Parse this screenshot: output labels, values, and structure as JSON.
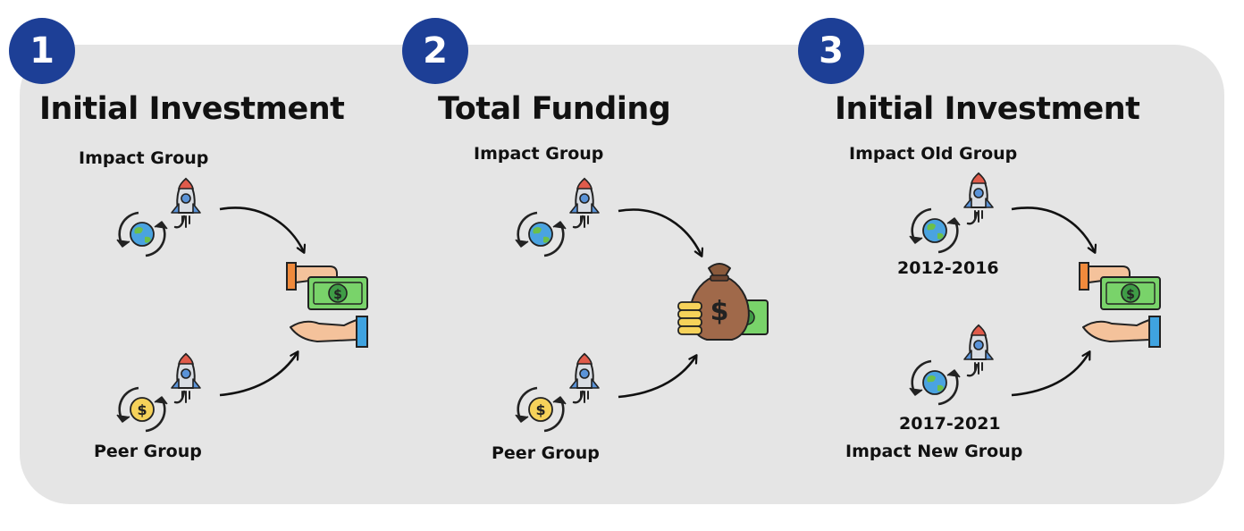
{
  "sections": [
    {
      "number": "1",
      "title": "Initial Investment",
      "top_label": "Impact Group",
      "bottom_label": "Peer Group",
      "icons": {
        "top": "globe-cycle-rocket-icon",
        "bottom": "dollar-cycle-rocket-icon",
        "result": "hands-exchanging-money-icon"
      }
    },
    {
      "number": "2",
      "title": "Total Funding",
      "top_label": "Impact Group",
      "bottom_label": "Peer Group",
      "icons": {
        "top": "globe-cycle-rocket-icon",
        "bottom": "dollar-cycle-rocket-icon",
        "result": "money-bag-icon"
      }
    },
    {
      "number": "3",
      "title": "Initial Investment",
      "top_label": "Impact Old Group",
      "top_years": "2012-2016",
      "bottom_years": "2017-2021",
      "bottom_label": "Impact New Group",
      "icons": {
        "top": "globe-cycle-rocket-icon",
        "bottom": "globe-cycle-rocket-icon",
        "result": "hands-exchanging-money-icon"
      }
    }
  ],
  "colors": {
    "badge": "#1d3f96",
    "panel": "#e5e5e5",
    "text": "#111111"
  }
}
